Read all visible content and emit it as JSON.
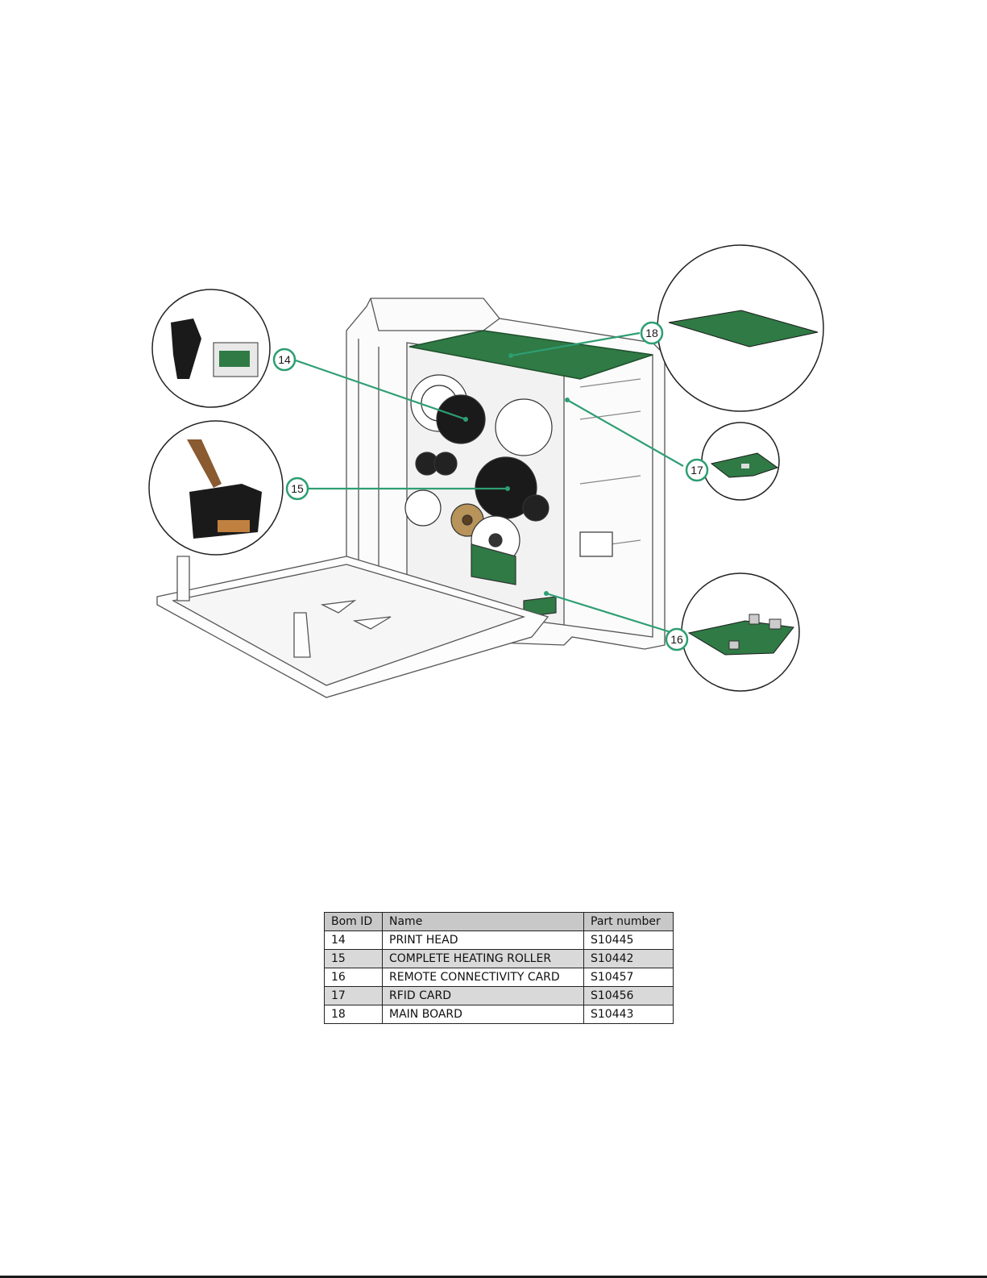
{
  "figure": {
    "callouts": [
      {
        "id": "14",
        "part": "print-head"
      },
      {
        "id": "15",
        "part": "heating-roller"
      },
      {
        "id": "16",
        "part": "connectivity-card"
      },
      {
        "id": "17",
        "part": "rfid-card"
      },
      {
        "id": "18",
        "part": "main-board"
      }
    ],
    "colors": {
      "accent": "#2e9e73",
      "board": "#2f7a45",
      "outline": "#555555"
    }
  },
  "table": {
    "headers": [
      "Bom ID",
      "Name",
      "Part number"
    ],
    "rows": [
      {
        "bom_id": "14",
        "name": "PRINT HEAD",
        "part_number": "S10445"
      },
      {
        "bom_id": "15",
        "name": "COMPLETE HEATING ROLLER",
        "part_number": "S10442"
      },
      {
        "bom_id": "16",
        "name": "REMOTE CONNECTIVITY CARD",
        "part_number": "S10457"
      },
      {
        "bom_id": "17",
        "name": "RFID CARD",
        "part_number": "S10456"
      },
      {
        "bom_id": "18",
        "name": "MAIN BOARD",
        "part_number": "S10443"
      }
    ]
  }
}
